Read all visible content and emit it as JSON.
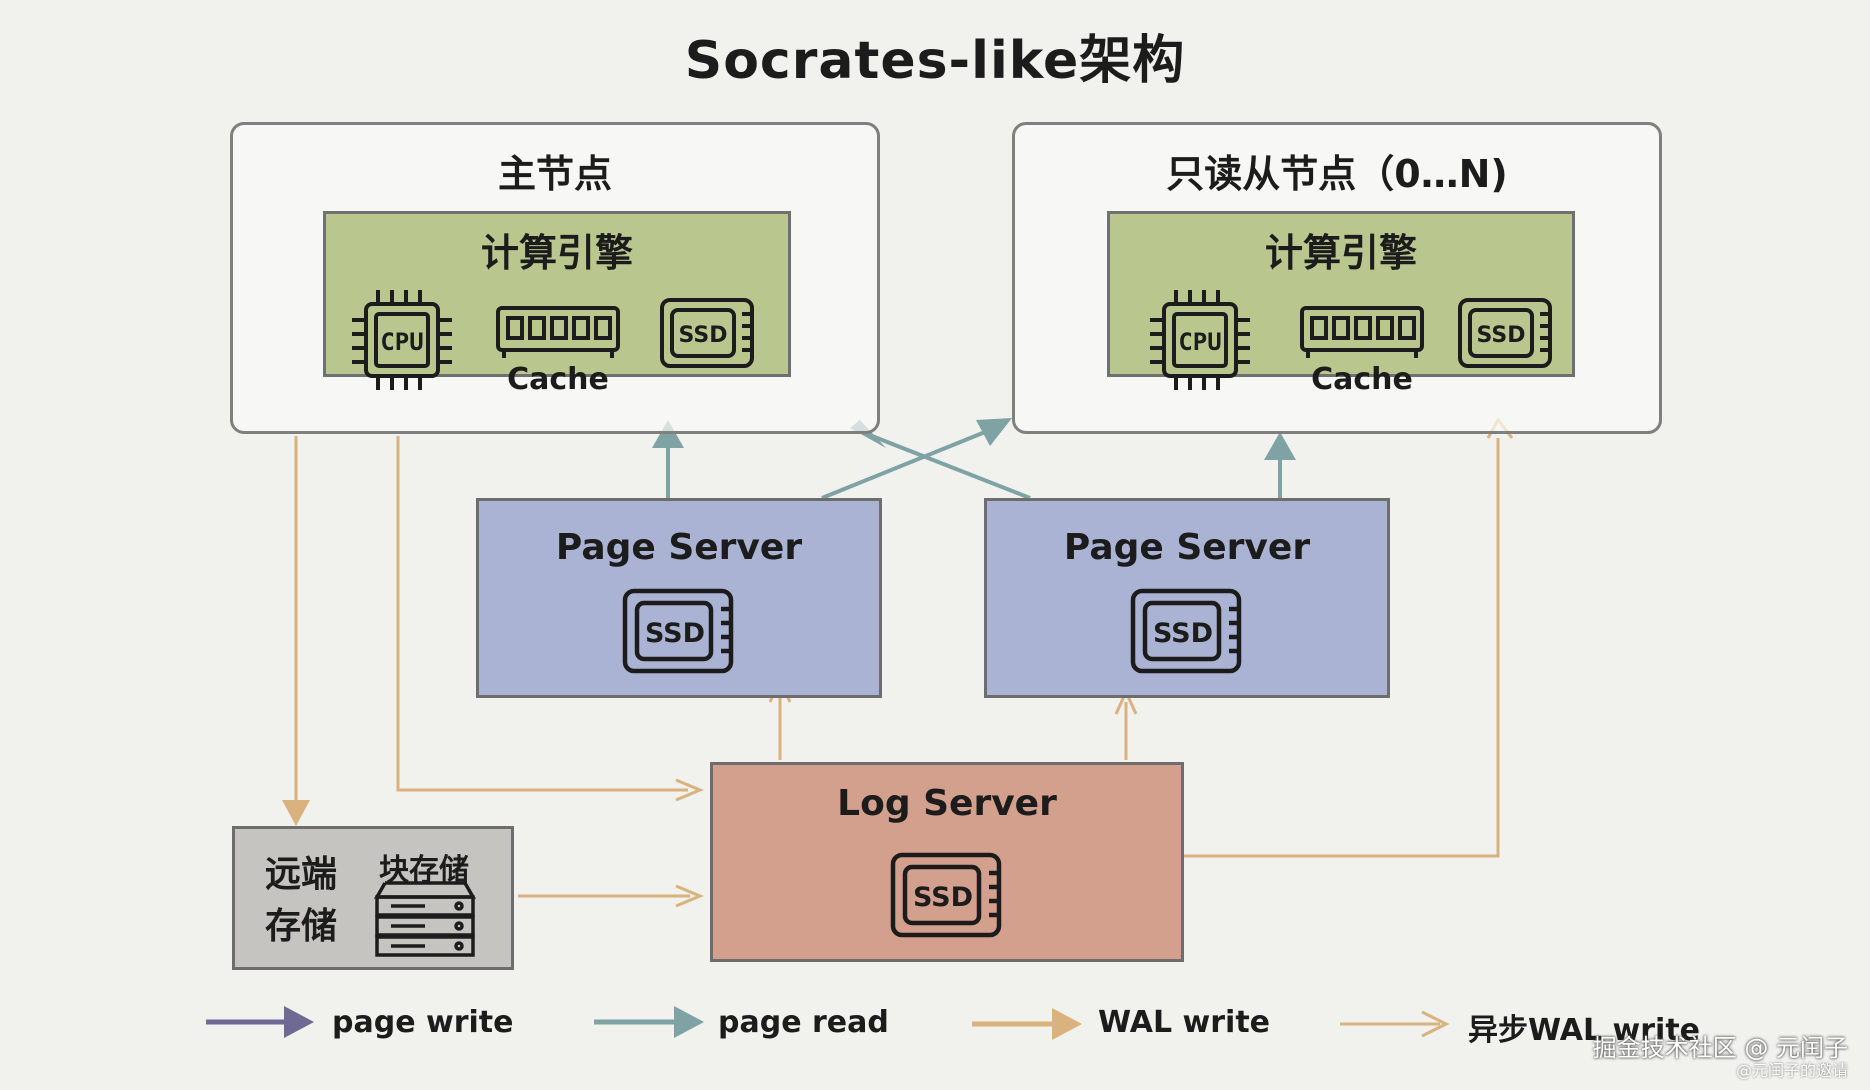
{
  "title": "Socrates-like架构",
  "primary_node": {
    "label": "主节点",
    "engine_title": "计算引擎",
    "cpu_text": "CPU",
    "ssd_text": "SSD",
    "cache_label": "Cache"
  },
  "replica_node": {
    "label": "只读从节点（0…N)",
    "engine_title": "计算引擎",
    "cpu_text": "CPU",
    "ssd_text": "SSD",
    "cache_label": "Cache"
  },
  "page_server_left": {
    "label": "Page Server",
    "ssd_text": "SSD"
  },
  "page_server_right": {
    "label": "Page Server",
    "ssd_text": "SSD"
  },
  "log_server": {
    "label": "Log Server",
    "ssd_text": "SSD"
  },
  "remote_storage": {
    "label_line1": "远端",
    "label_line2": "存储",
    "block_label": "块存储"
  },
  "legend": {
    "page_write": "page write",
    "page_read": "page read",
    "wal_write": "WAL write",
    "async_wal_write": "异步WAL write"
  },
  "colors": {
    "page_write": "#6f6a94",
    "page_read": "#7fa2a4",
    "wal_write": "#d9b27e",
    "engine": "#b9c68d",
    "page_server": "#aab3d3",
    "log_server": "#d4a08e",
    "remote_storage": "#c5c4c0"
  },
  "watermark": "掘金技术社区 @ 元闰子",
  "watermark_sub": "@元闰子的邀请"
}
